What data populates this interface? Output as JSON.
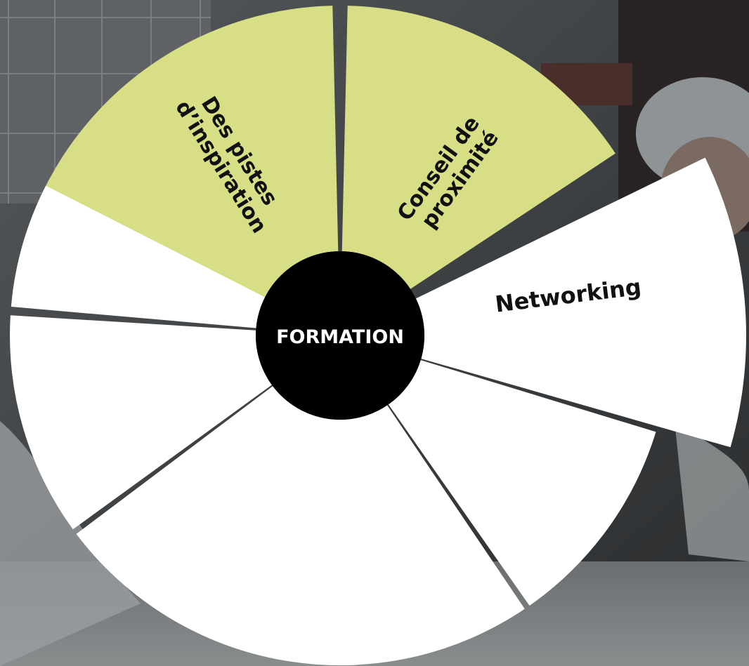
{
  "wheel": {
    "center_label": "FORMATION",
    "segments": [
      {
        "id": "des-pistes",
        "lines": [
          "Des pistes",
          "d’inspiration"
        ],
        "color": "#d8de85"
      },
      {
        "id": "conseil",
        "lines": [
          "Conseil de",
          "proximité"
        ],
        "color": "#d8de85"
      },
      {
        "id": "networking",
        "lines": [
          "Networking"
        ],
        "color": "#ffffff"
      },
      {
        "id": "blank-lower-right",
        "lines": [],
        "color": "#ffffff"
      },
      {
        "id": "blank-bottom",
        "lines": [],
        "color": "#ffffff"
      },
      {
        "id": "blank-lower-left",
        "lines": [],
        "color": "#ffffff"
      },
      {
        "id": "blank-left",
        "lines": [],
        "color": "#ffffff"
      }
    ]
  },
  "colors": {
    "hub": "#000000",
    "accent": "#d8de85",
    "segment_default": "#ffffff",
    "background": "#3a3d3f"
  }
}
